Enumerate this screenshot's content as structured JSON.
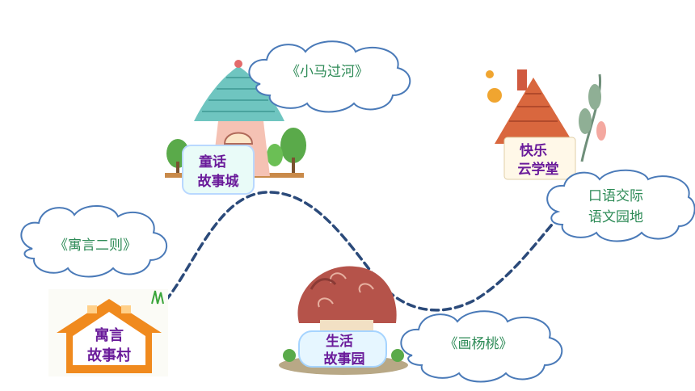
{
  "stops": [
    {
      "id": "fable-village",
      "sign": [
        "寓言",
        "故事村"
      ],
      "cloud": "《寓言二则》"
    },
    {
      "id": "fairy-city",
      "sign": [
        "童话",
        "故事城"
      ],
      "cloud": "《小马过河》"
    },
    {
      "id": "life-garden",
      "sign": [
        "生活",
        "故事园"
      ],
      "cloud": "《画杨桃》"
    },
    {
      "id": "happy-hall",
      "sign": [
        "快乐",
        "云学堂"
      ],
      "cloud": [
        "口语交际",
        "语文园地"
      ]
    }
  ],
  "colors": {
    "path": "#2b4a7a",
    "cloud_stroke": "#4a7ab8",
    "cloud_text": "#2e8b57",
    "sign_text": "#6a1b9a"
  }
}
